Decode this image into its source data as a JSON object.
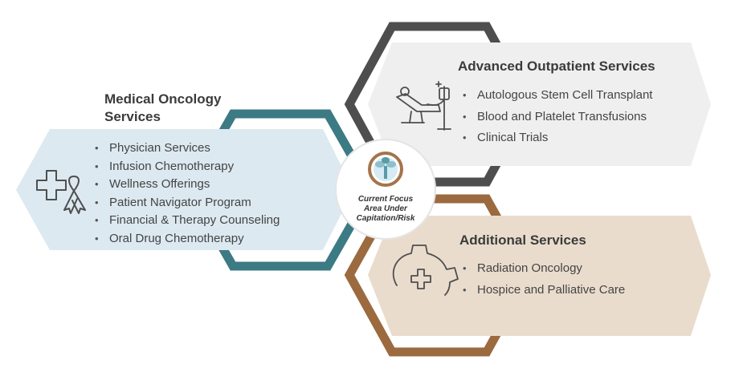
{
  "center": {
    "label_lines": [
      "Current Focus",
      "Area Under",
      "Capitation/Risk"
    ],
    "icon": "tree-logo-icon"
  },
  "sections": {
    "medical": {
      "title": "Medical Oncology Services",
      "icon": "medical-cross-ribbon-icon",
      "items": [
        "Physician Services",
        "Infusion Chemotherapy",
        "Wellness Offerings",
        "Patient Navigator Program",
        "Financial & Therapy Counseling",
        "Oral Drug Chemotherapy"
      ],
      "fill": "#dce9f0",
      "frame_color": "#3c7a84"
    },
    "advanced": {
      "title": "Advanced Outpatient Services",
      "icon": "infusion-chair-icon",
      "items": [
        "Autologous Stem Cell Transplant",
        "Blood and  Platelet Transfusions",
        "Clinical Trials"
      ],
      "fill": "#efefef",
      "frame_color": "#4e4e4e"
    },
    "additional": {
      "title": "Additional Services",
      "icon": "gear-plus-icon",
      "items": [
        "Radiation Oncology",
        "Hospice and Palliative Care"
      ],
      "fill": "#eadccd",
      "frame_color": "#9b6a3e"
    }
  }
}
